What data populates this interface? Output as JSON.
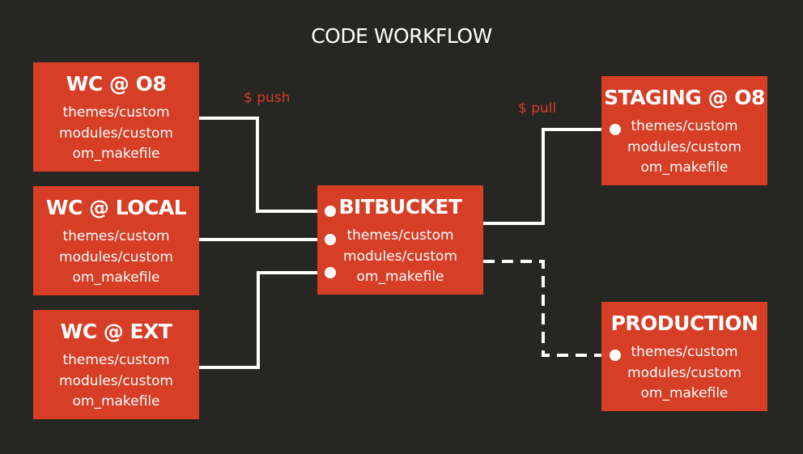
{
  "title": "CODE WORKFLOW",
  "colors": {
    "background": "#262622",
    "box": "#d63e26",
    "text": "#ffffff",
    "label": "#d63e26"
  },
  "labels": {
    "push": "$ push",
    "pull": "$ pull"
  },
  "nodes": {
    "wc_o8": {
      "title": "WC @ O8",
      "items": [
        "themes/custom",
        "modules/custom",
        "om_makefile"
      ]
    },
    "wc_local": {
      "title": "WC @ LOCAL",
      "items": [
        "themes/custom",
        "modules/custom",
        "om_makefile"
      ]
    },
    "wc_ext": {
      "title": "WC @ EXT",
      "items": [
        "themes/custom",
        "modules/custom",
        "om_makefile"
      ]
    },
    "bitbucket": {
      "title": "BITBUCKET",
      "items": [
        "themes/custom",
        "modules/custom",
        "om_makefile"
      ]
    },
    "staging": {
      "title": "STAGING @ O8",
      "items": [
        "themes/custom",
        "modules/custom",
        "om_makefile"
      ]
    },
    "production": {
      "title": "PRODUCTION",
      "items": [
        "themes/custom",
        "modules/custom",
        "om_makefile"
      ]
    }
  }
}
